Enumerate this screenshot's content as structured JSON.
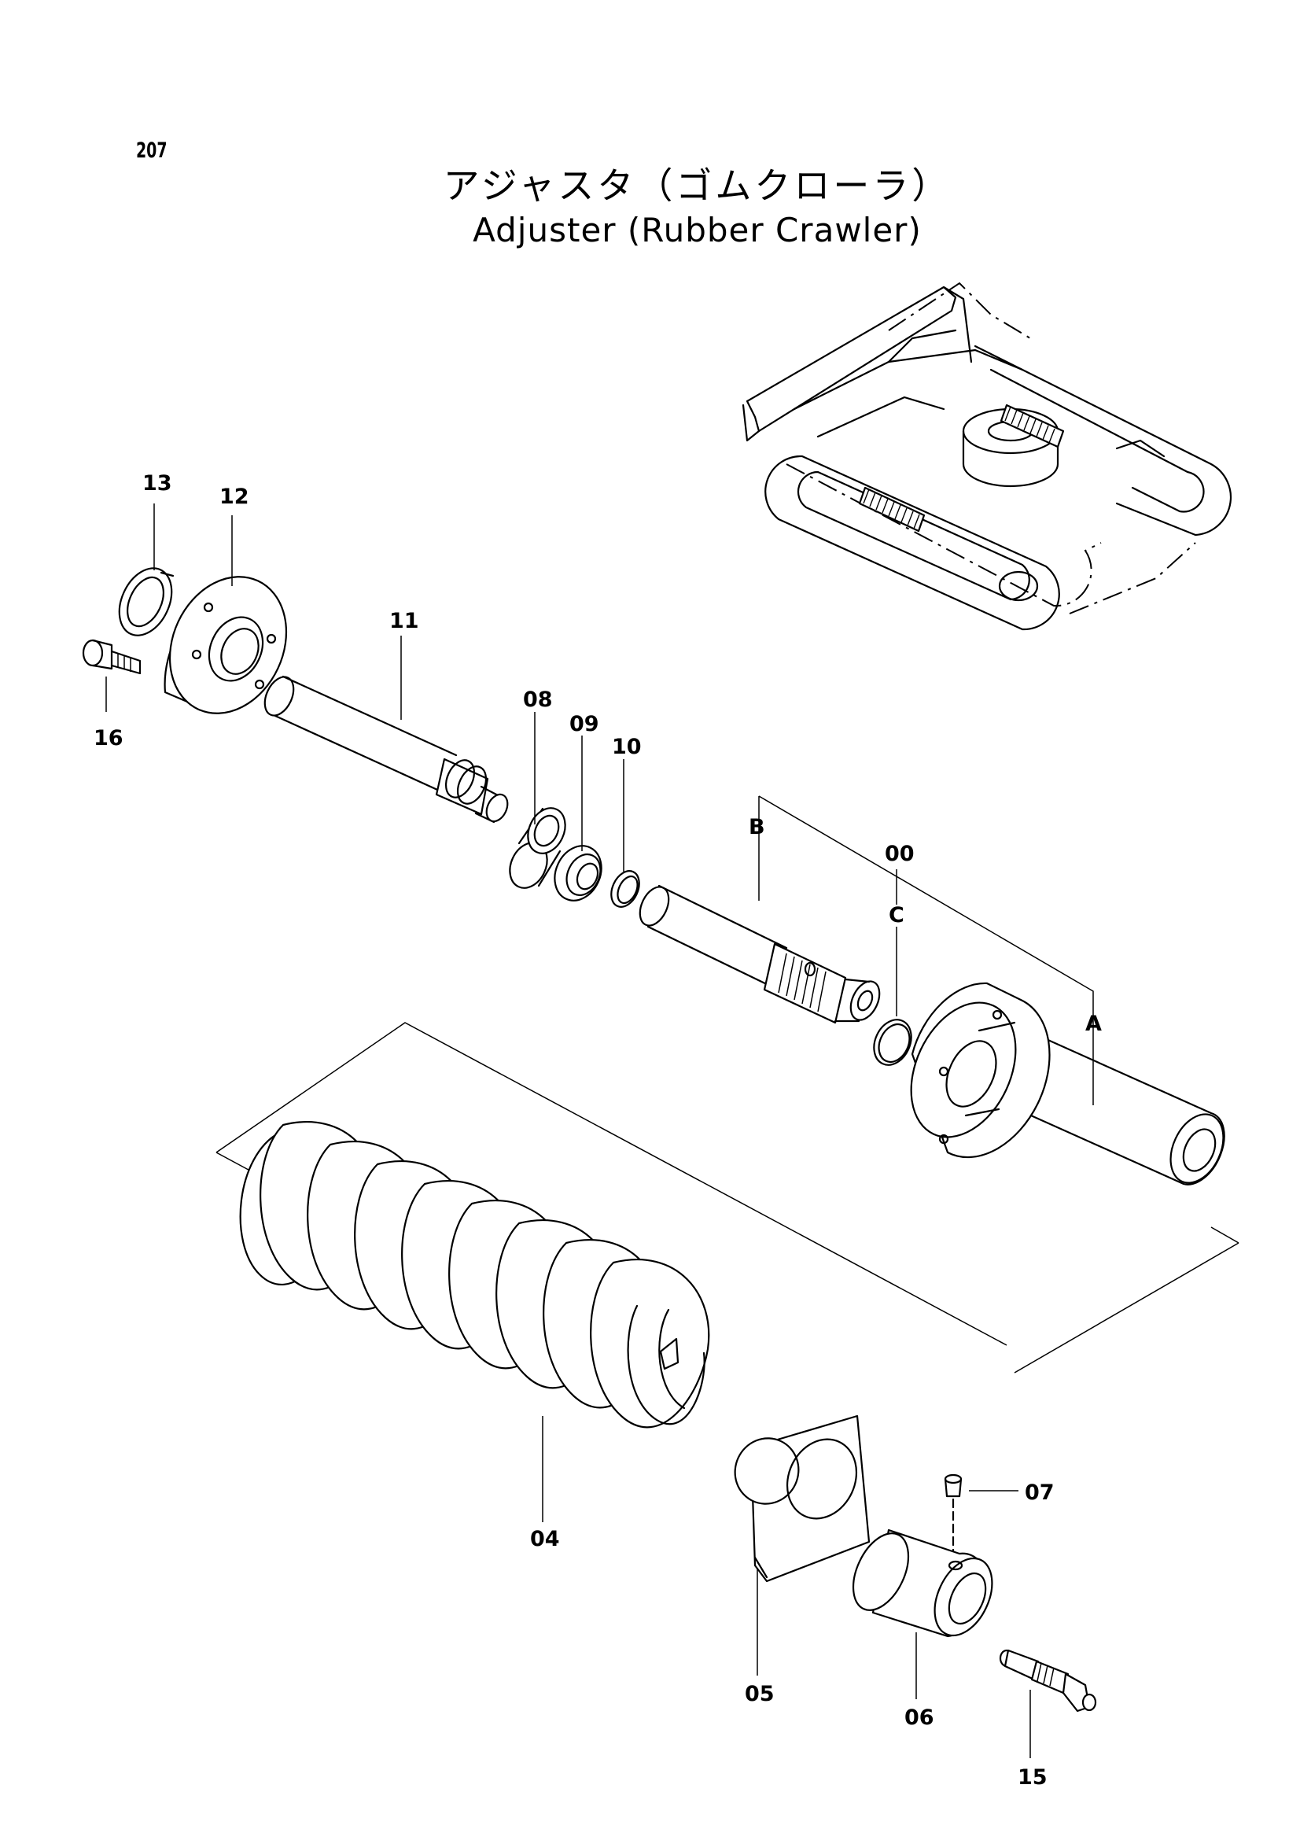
{
  "page_number": "207",
  "title_jp": "アジャスタ（ゴムクローラ）",
  "title_en": "Adjuster (Rubber Crawler)",
  "callouts": {
    "p00": "00",
    "p04": "04",
    "p05": "05",
    "p06": "06",
    "p07": "07",
    "p08": "08",
    "p09": "09",
    "p10": "10",
    "p11": "11",
    "p12": "12",
    "p13": "13",
    "p15": "15",
    "p16": "16",
    "sub_a": "A",
    "sub_b": "B",
    "sub_c": "C"
  }
}
